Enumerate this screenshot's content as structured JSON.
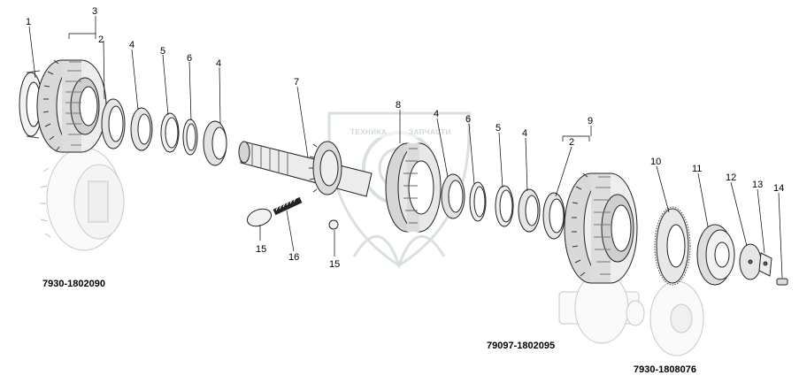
{
  "diagram": {
    "callouts": [
      "1",
      "2",
      "3",
      "4",
      "5",
      "6",
      "4",
      "7",
      "8",
      "4",
      "6",
      "5",
      "4",
      "2",
      "9",
      "10",
      "11",
      "12",
      "13",
      "14",
      "15",
      "16",
      "15"
    ],
    "assembly_codes": [
      "7930-1802090",
      "79097-1802095",
      "7930-1808076"
    ],
    "watermark": {
      "left_text": "ТЕХНИКА",
      "right_text": "ЗАПЧАСТИ",
      "color": "#a9bdb2"
    }
  }
}
